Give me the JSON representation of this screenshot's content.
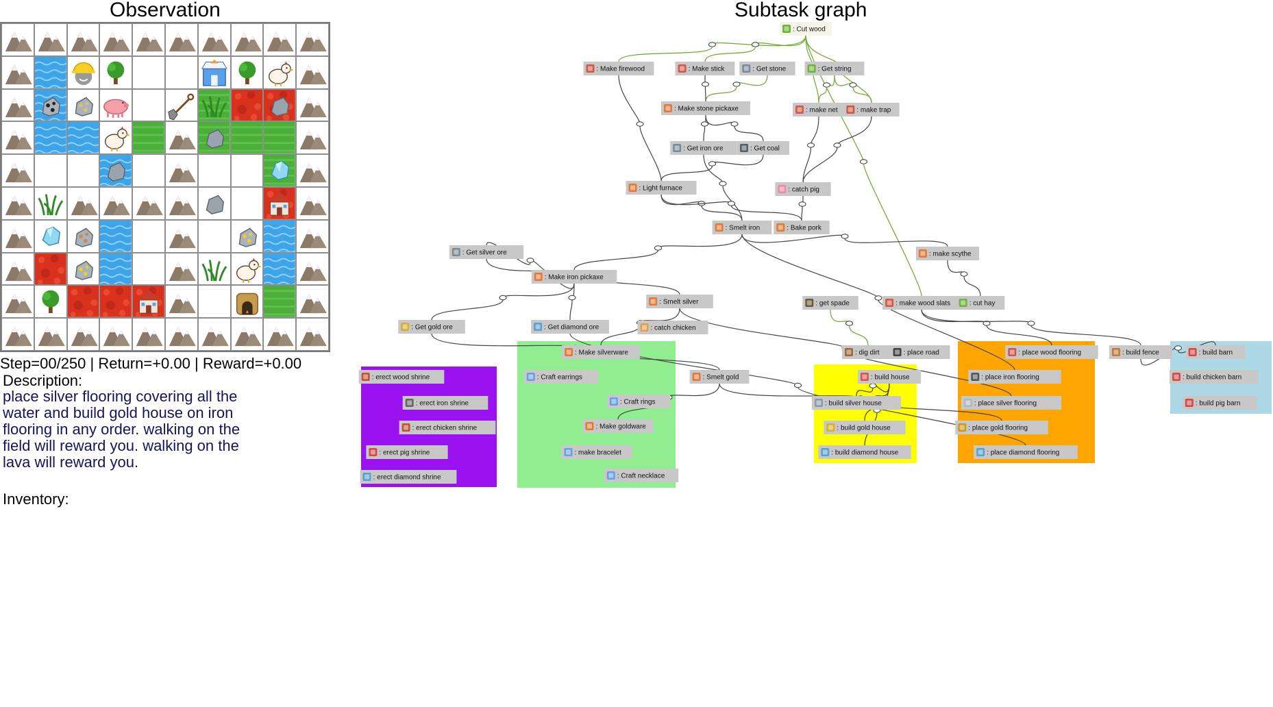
{
  "observation_title": "Observation",
  "graph_title": "Subtask graph",
  "status_line": "Step=00/250 | Return=+0.00 | Reward=+0.00",
  "description_label": "Description:",
  "description_text": "place silver flooring covering all the water and build gold house on iron flooring in any order. walking on the field will reward you. walking on the lava will reward you.",
  "inventory_label": "Inventory:",
  "grid": [
    [
      "mountain",
      "mountain",
      "mountain",
      "mountain",
      "mountain",
      "mountain",
      "mountain",
      "mountain",
      "mountain",
      "mountain"
    ],
    [
      "mountain",
      "water",
      "agent",
      "tree",
      "empty",
      "empty",
      "shop",
      "tree",
      "chicken",
      "mountain"
    ],
    [
      "mountain",
      "water-coal",
      "iron-ore",
      "pig",
      "empty",
      "shovel",
      "field-grass",
      "lava",
      "lava-stone",
      "mountain"
    ],
    [
      "mountain",
      "water",
      "water",
      "chicken",
      "field",
      "mountain",
      "field-stone",
      "field",
      "field",
      "mountain"
    ],
    [
      "mountain",
      "empty",
      "empty",
      "water-stone",
      "empty",
      "mountain",
      "empty",
      "empty",
      "field-diamond",
      "mountain"
    ],
    [
      "mountain",
      "grass",
      "mountain",
      "mountain",
      "mountain",
      "mountain",
      "stone",
      "empty",
      "lava-house",
      "mountain"
    ],
    [
      "mountain",
      "diamond",
      "silver-ore",
      "water",
      "empty",
      "mountain",
      "empty",
      "gold-ore",
      "water",
      "mountain"
    ],
    [
      "mountain",
      "lava",
      "gold-ore",
      "water",
      "empty",
      "mountain",
      "grass",
      "chicken",
      "water",
      "mountain"
    ],
    [
      "mountain",
      "tree",
      "lava",
      "lava",
      "lava-house",
      "mountain",
      "empty",
      "furnace",
      "field",
      "mountain"
    ],
    [
      "mountain",
      "mountain",
      "mountain",
      "mountain",
      "mountain",
      "mountain",
      "mountain",
      "mountain",
      "mountain",
      "mountain"
    ]
  ],
  "graph": {
    "nodes": [
      {
        "id": "cut-wood",
        "label": ": Cut wood",
        "icon": "tree-icon",
        "color": "#6fb33a"
      },
      {
        "id": "make-firewood",
        "label": ": Make firewood",
        "icon": "firewood-icon",
        "color": "#d0584a"
      },
      {
        "id": "make-stick",
        "label": ": Make stick",
        "icon": "stick-icon",
        "color": "#d0584a"
      },
      {
        "id": "get-stone",
        "label": ": Get stone",
        "icon": "stone-icon",
        "color": "#7b8a99"
      },
      {
        "id": "get-string",
        "label": ": Get string",
        "icon": "string-icon",
        "color": "#6fb33a"
      },
      {
        "id": "make-stone-pickaxe",
        "label": ": Make stone pickaxe",
        "icon": "pickaxe-icon",
        "color": "#e07a3a"
      },
      {
        "id": "make-net",
        "label": ": make net",
        "icon": "net-icon",
        "color": "#d0584a"
      },
      {
        "id": "make-trap",
        "label": ": make trap",
        "icon": "trap-icon",
        "color": "#d0584a"
      },
      {
        "id": "get-iron-ore",
        "label": ": Get iron ore",
        "icon": "iron-ore-icon",
        "color": "#7b8a99"
      },
      {
        "id": "get-coal",
        "label": ": Get coal",
        "icon": "coal-icon",
        "color": "#555f6b"
      },
      {
        "id": "light-furnace",
        "label": ": Light furnace",
        "icon": "furnace-icon",
        "color": "#e07a3a"
      },
      {
        "id": "catch-pig",
        "label": ": catch pig",
        "icon": "pig-icon",
        "color": "#f08aa0"
      },
      {
        "id": "smelt-iron",
        "label": ": Smelt iron",
        "icon": "furnace-icon",
        "color": "#e07a3a"
      },
      {
        "id": "bake-pork",
        "label": ": Bake pork",
        "icon": "furnace-icon",
        "color": "#e07a3a"
      },
      {
        "id": "get-silver-ore",
        "label": ": Get silver ore",
        "icon": "silver-ore-icon",
        "color": "#7b8a99"
      },
      {
        "id": "make-scythe",
        "label": ": make scythe",
        "icon": "scythe-icon",
        "color": "#e07a3a"
      },
      {
        "id": "make-iron-pickaxe",
        "label": ": Make iron pickaxe",
        "icon": "pickaxe-icon",
        "color": "#e07a3a"
      },
      {
        "id": "smelt-silver",
        "label": ": Smelt silver",
        "icon": "furnace-icon",
        "color": "#e07a3a"
      },
      {
        "id": "get-spade",
        "label": ": get spade",
        "icon": "spade-icon",
        "color": "#6b5b3a"
      },
      {
        "id": "make-wood-slats",
        "label": ": make wood slats",
        "icon": "slats-icon",
        "color": "#d0584a"
      },
      {
        "id": "cut-hay",
        "label": ": cut hay",
        "icon": "hay-icon",
        "color": "#6fb33a"
      },
      {
        "id": "get-gold-ore",
        "label": ": Get gold ore",
        "icon": "gold-ore-icon",
        "color": "#d4b030"
      },
      {
        "id": "get-diamond-ore",
        "label": ": Get diamond ore",
        "icon": "diamond-icon",
        "color": "#5aa0d0"
      },
      {
        "id": "catch-chicken",
        "label": ": catch chicken",
        "icon": "chicken-icon",
        "color": "#e0a050"
      },
      {
        "id": "dig-dirt",
        "label": ": dig dirt",
        "icon": "dirt-icon",
        "color": "#9a6a3a"
      },
      {
        "id": "place-road",
        "label": ": place road",
        "icon": "road-icon",
        "color": "#444444"
      },
      {
        "id": "make-silverware",
        "label": ": Make silverware",
        "icon": "anvil-icon",
        "color": "#e07a3a"
      },
      {
        "id": "smelt-gold",
        "label": ": Smelt gold",
        "icon": "furnace-icon",
        "color": "#e07a3a"
      },
      {
        "id": "craft-earrings",
        "label": ": Craft earrings",
        "icon": "jeweler-icon",
        "color": "#6aa0e0"
      },
      {
        "id": "craft-rings",
        "label": ": Craft rings",
        "icon": "jeweler-icon",
        "color": "#6aa0e0"
      },
      {
        "id": "make-goldware",
        "label": ": Make goldware",
        "icon": "anvil-icon",
        "color": "#e07a3a"
      },
      {
        "id": "make-bracelet",
        "label": ": make bracelet",
        "icon": "jeweler-icon",
        "color": "#6aa0e0"
      },
      {
        "id": "craft-necklace",
        "label": ": Craft necklace",
        "icon": "jeweler-icon",
        "color": "#6aa0e0"
      },
      {
        "id": "erect-wood-shrine",
        "label": ": erect wood shrine",
        "icon": "shrine-icon",
        "color": "#c0503a"
      },
      {
        "id": "erect-iron-shrine",
        "label": ": erect iron shrine",
        "icon": "shrine-icon",
        "color": "#666666"
      },
      {
        "id": "erect-chicken-shrine",
        "label": ": erect chicken shrine",
        "icon": "shrine-icon",
        "color": "#c0503a"
      },
      {
        "id": "erect-pig-shrine",
        "label": ": erect pig shrine",
        "icon": "shrine-icon",
        "color": "#d04a4a"
      },
      {
        "id": "erect-diamond-shrine",
        "label": ": erect diamond shrine",
        "icon": "shrine-icon",
        "color": "#5aa0d0"
      },
      {
        "id": "build-house",
        "label": ": build house",
        "icon": "house-icon",
        "color": "#d0584a"
      },
      {
        "id": "build-silver-house",
        "label": ": build silver house",
        "icon": "house-icon",
        "color": "#8a9aaa"
      },
      {
        "id": "build-gold-house",
        "label": ": build gold house",
        "icon": "house-icon",
        "color": "#d4b030"
      },
      {
        "id": "build-diamond-house",
        "label": ": build diamond house",
        "icon": "house-icon",
        "color": "#5aa0d0"
      },
      {
        "id": "place-wood-flooring",
        "label": ": place wood flooring",
        "icon": "flooring-icon",
        "color": "#d0584a"
      },
      {
        "id": "place-iron-flooring",
        "label": ": place iron flooring",
        "icon": "flooring-icon",
        "color": "#555555"
      },
      {
        "id": "place-silver-flooring",
        "label": ": place silver flooring",
        "icon": "flooring-icon",
        "color": "#b0b8c0"
      },
      {
        "id": "place-gold-flooring",
        "label": ": place gold flooring",
        "icon": "flooring-icon",
        "color": "#c89a20"
      },
      {
        "id": "place-diamond-flooring",
        "label": ": place diamond flooring",
        "icon": "flooring-icon",
        "color": "#5aa0d0"
      },
      {
        "id": "build-fence",
        "label": ": build fence",
        "icon": "fence-icon",
        "color": "#c07a3a"
      },
      {
        "id": "build-barn",
        "label": ": build barn",
        "icon": "barn-icon",
        "color": "#d04a4a"
      },
      {
        "id": "build-chicken-barn",
        "label": ": build chicken barn",
        "icon": "barn-icon",
        "color": "#d04a4a"
      },
      {
        "id": "build-pig-barn",
        "label": ": build pig barn",
        "icon": "barn-icon",
        "color": "#d04a4a"
      }
    ],
    "edges": [
      {
        "from": "cut-wood",
        "to": "make-firewood",
        "color": "green"
      },
      {
        "from": "cut-wood",
        "to": "make-stick",
        "color": "green"
      },
      {
        "from": "cut-wood",
        "to": "make-net",
        "color": "green"
      },
      {
        "from": "cut-wood",
        "to": "make-trap",
        "color": "green"
      },
      {
        "from": "cut-wood",
        "to": "make-wood-slats",
        "color": "green"
      },
      {
        "from": "get-stone",
        "to": "make-stone-pickaxe",
        "color": "green"
      },
      {
        "from": "make-stick",
        "to": "make-stone-pickaxe",
        "color": "dark"
      },
      {
        "from": "get-string",
        "to": "make-net",
        "color": "green"
      },
      {
        "from": "get-string",
        "to": "make-trap",
        "color": "green"
      },
      {
        "from": "make-stone-pickaxe",
        "to": "get-iron-ore",
        "color": "dark"
      },
      {
        "from": "make-stone-pickaxe",
        "to": "get-coal",
        "color": "dark"
      },
      {
        "from": "get-coal",
        "to": "light-furnace",
        "color": "dark"
      },
      {
        "from": "make-firewood",
        "to": "light-furnace",
        "color": "dark"
      },
      {
        "from": "make-net",
        "to": "catch-pig",
        "color": "dark"
      },
      {
        "from": "make-trap",
        "to": "catch-pig",
        "color": "dark"
      },
      {
        "from": "light-furnace",
        "to": "smelt-iron",
        "color": "dark"
      },
      {
        "from": "get-iron-ore",
        "to": "smelt-iron",
        "color": "dark"
      },
      {
        "from": "light-furnace",
        "to": "bake-pork",
        "color": "dark"
      },
      {
        "from": "catch-pig",
        "to": "bake-pork",
        "color": "dark"
      },
      {
        "from": "smelt-iron",
        "to": "make-iron-pickaxe",
        "color": "dark"
      },
      {
        "from": "make-iron-pickaxe",
        "to": "get-silver-ore",
        "color": "dark"
      },
      {
        "from": "make-iron-pickaxe",
        "to": "get-gold-ore",
        "color": "dark"
      },
      {
        "from": "make-iron-pickaxe",
        "to": "get-diamond-ore",
        "color": "dark"
      },
      {
        "from": "get-silver-ore",
        "to": "smelt-silver",
        "color": "dark"
      },
      {
        "from": "smelt-iron",
        "to": "make-scythe",
        "color": "dark"
      },
      {
        "from": "make-scythe",
        "to": "cut-hay",
        "color": "dark"
      },
      {
        "from": "smelt-silver",
        "to": "make-silverware",
        "color": "dark"
      },
      {
        "from": "get-gold-ore",
        "to": "smelt-gold",
        "color": "dark"
      },
      {
        "from": "smelt-gold",
        "to": "make-goldware",
        "color": "dark"
      },
      {
        "from": "get-spade",
        "to": "dig-dirt",
        "color": "green"
      },
      {
        "from": "make-wood-slats",
        "to": "place-wood-flooring",
        "color": "dark"
      },
      {
        "from": "smelt-iron",
        "to": "place-iron-flooring",
        "color": "dark"
      },
      {
        "from": "smelt-silver",
        "to": "place-silver-flooring",
        "color": "dark"
      },
      {
        "from": "smelt-gold",
        "to": "place-gold-flooring",
        "color": "dark"
      },
      {
        "from": "get-diamond-ore",
        "to": "place-diamond-flooring",
        "color": "dark"
      },
      {
        "from": "make-wood-slats",
        "to": "build-fence",
        "color": "dark"
      },
      {
        "from": "build-fence",
        "to": "build-barn",
        "color": "dark"
      },
      {
        "from": "build-house",
        "to": "build-silver-house",
        "color": "dark"
      },
      {
        "from": "build-house",
        "to": "build-gold-house",
        "color": "dark"
      },
      {
        "from": "build-house",
        "to": "build-diamond-house",
        "color": "dark"
      }
    ]
  },
  "graph_groups": [
    {
      "id": "shrines",
      "color": "#9b12f0"
    },
    {
      "id": "jewelry",
      "color": "#90ee90"
    },
    {
      "id": "houses",
      "color": "#ffff00"
    },
    {
      "id": "flooring",
      "color": "#ffa500"
    },
    {
      "id": "barns",
      "color": "#add8e6"
    }
  ]
}
